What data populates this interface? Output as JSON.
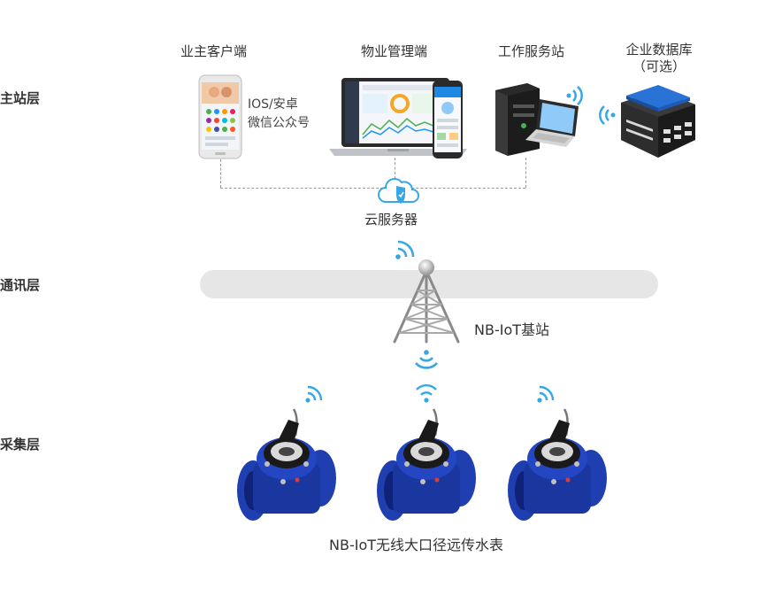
{
  "layers": {
    "master": "主站层",
    "comm": "通讯层",
    "collect": "采集层"
  },
  "clients": {
    "owner": {
      "title": "业主客户端",
      "note_line1": "IOS/安卓",
      "note_line2": "微信公众号"
    },
    "property": {
      "title": "物业管理端"
    },
    "workstation": {
      "title": "工作服务站"
    },
    "database": {
      "title": "企业数据库",
      "title_line2": "（可选）"
    }
  },
  "cloud": {
    "label": "云服务器"
  },
  "base_station": {
    "label": "NB-IoT基站"
  },
  "meters": {
    "label": "NB-IoT无线大口径远传水表",
    "count": 3
  },
  "colors": {
    "wifi": "#36a7e4",
    "meter_blue": "#1f3fb0",
    "meter_dark": "#0f2277",
    "band": "#e6e6e6",
    "dash": "#9a9a9a"
  },
  "icons": [
    "phone-icon",
    "laptop-icon",
    "server-icon",
    "database-icon",
    "cloud-shield-icon",
    "tower-icon",
    "wifi-icon",
    "water-meter-icon"
  ]
}
